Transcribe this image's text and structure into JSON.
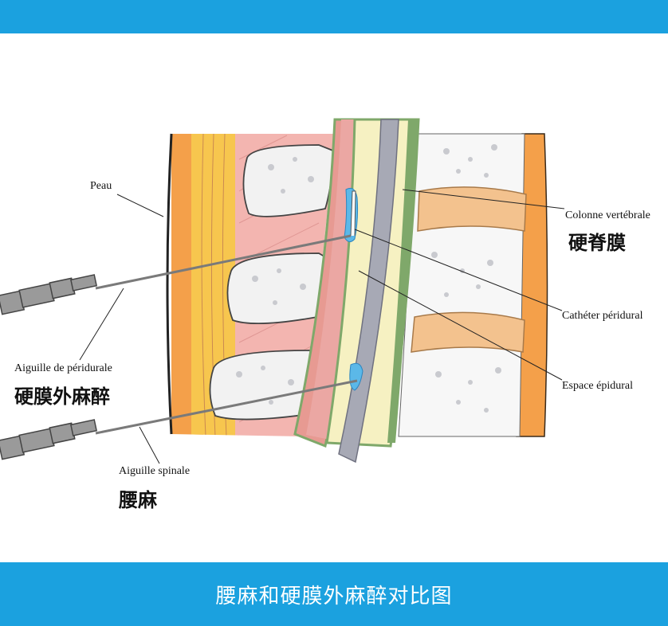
{
  "header": {
    "color": "#1BA1DF"
  },
  "footer": {
    "color": "#1BA1DF",
    "caption": "腰麻和硬膜外麻醉对比图"
  },
  "labels": {
    "skin": "Peau",
    "spine": "Colonne vertébrale",
    "dura": "硬脊膜",
    "catheter": "Cathéter péridural",
    "epidural_space": "Espace épidural",
    "epidural_needle": "Aiguille de péridurale",
    "epidural_anesthesia": "硬膜外麻醉",
    "spinal_needle": "Aiguille spinale",
    "spinal_anesthesia": "腰麻"
  },
  "colors": {
    "skin_orange": "#F4A04A",
    "fat_yellow": "#F7C64E",
    "muscle_pink": "#F3B5B0",
    "bone": "#F2F2F2",
    "disc": "#F3C28E",
    "dura_green": "#7FA86A",
    "cord_cream": "#F6F1C2",
    "nerve_gray": "#A7A9B5",
    "anesthetic_blue": "#5BB8E8"
  }
}
